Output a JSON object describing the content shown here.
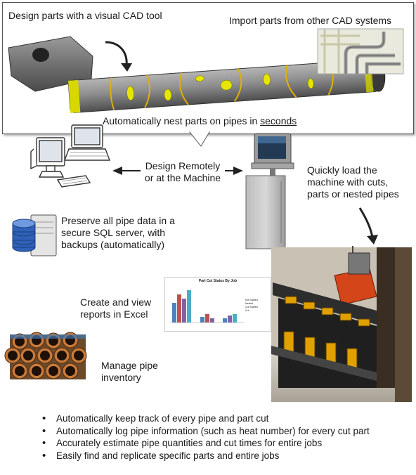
{
  "bubble": {
    "design_caption": "Design parts with a visual CAD tool",
    "import_caption": "Import parts from other CAD systems",
    "nest_caption_prefix": "Automatically nest parts on pipes in ",
    "nest_caption_link": "seconds"
  },
  "design_remotely": [
    "Design Remotely",
    "or at the Machine"
  ],
  "quick_load": [
    "Quickly load the",
    "machine with cuts,",
    "parts or nested pipes"
  ],
  "preserve": [
    "Preserve all pipe data in a",
    "secure SQL server, with",
    "backups (automatically)"
  ],
  "reports": [
    "Create and view",
    "reports in Excel"
  ],
  "mini_chart": {
    "title": "Part Cut Status By Job",
    "legend": [
      "Not Started",
      "Nested",
      "Cut Started",
      "Cut"
    ]
  },
  "inventory": [
    "Manage pipe",
    "inventory"
  ],
  "bullets": [
    "Automatically keep track of every pipe and part cut",
    "Automatically log pipe information (such as heat number) for every cut part",
    "Accurately estimate pipe quantities and cut times for entire jobs",
    "Easily find and replicate specific parts and entire jobs"
  ],
  "colors": {
    "pipe": "#8a8a8a",
    "accent": "#e0e000",
    "cutter": "#d4451a",
    "pipe_stack": "#b86a2e"
  }
}
